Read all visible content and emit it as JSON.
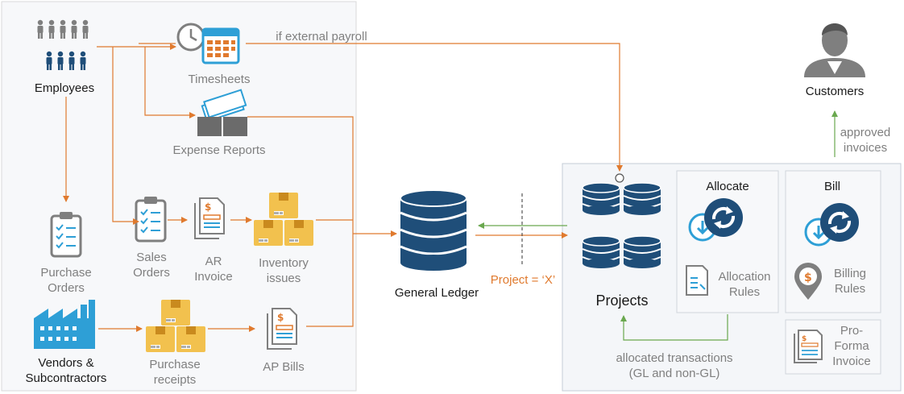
{
  "labels": {
    "employees": "Employees",
    "timesheets": "Timesheets",
    "if_external_payroll": "if external  payroll",
    "expense_reports": "Expense Reports",
    "purchase_orders": "Purchase\nOrders",
    "sales_orders": "Sales\nOrders",
    "ar_invoice": "AR\nInvoice",
    "inventory_issues": "Inventory\nissues",
    "vendors_subcontractors": "Vendors &\nSubcontractors",
    "purchase_receipts": "Purchase\nreceipts",
    "ap_bills": "AP Bills",
    "general_ledger": "General Ledger",
    "project_filter": "Project = ‘X’",
    "projects": "Projects",
    "allocate": "Allocate",
    "allocation_rules": "Allocation\nRules",
    "bill": "Bill",
    "billing_rules": "Billing\nRules",
    "pro_forma_invoice": "Pro-\nForma\nInvoice",
    "customers": "Customers",
    "approved_invoices": "approved\ninvoices",
    "allocated_transactions": "allocated transactions\n(GL and non-GL)"
  },
  "colors": {
    "flow_orange": "#e07a2e",
    "flow_green": "#6aa84f",
    "db_navy": "#1f4e79",
    "icon_teal": "#2e9fd6",
    "box_yellow": "#f2c14e",
    "panel_bg": "#f7f8fa"
  }
}
